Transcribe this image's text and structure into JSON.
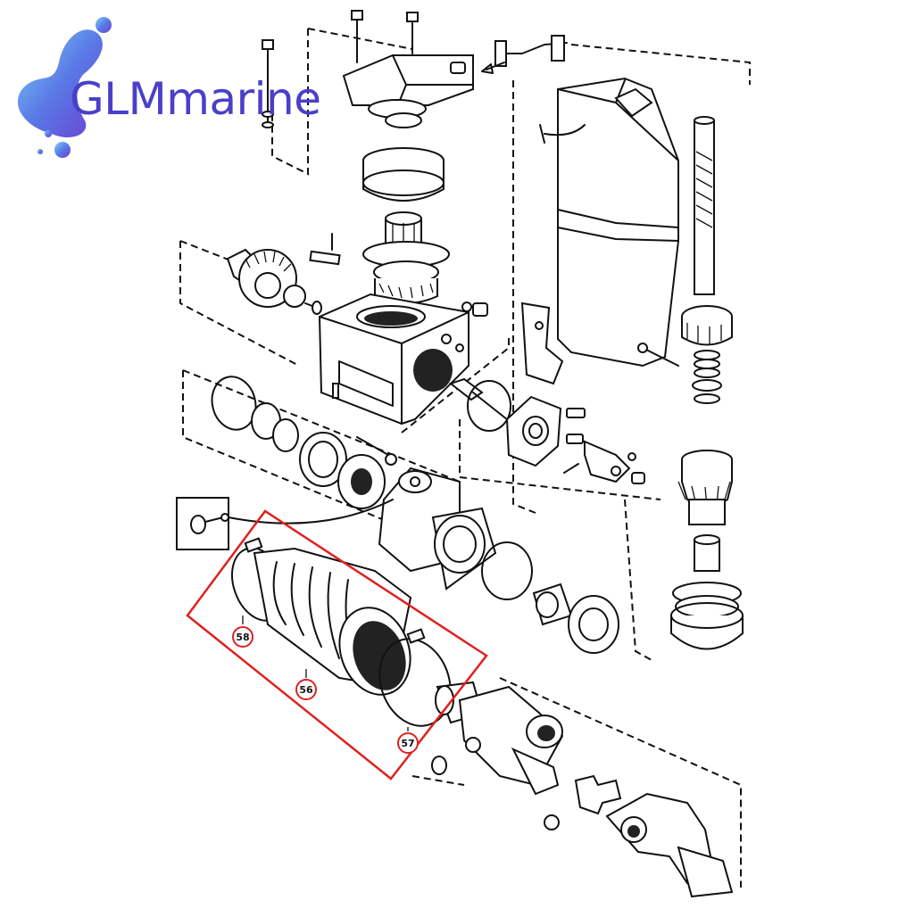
{
  "brand": {
    "name": "GLMmarine",
    "color": "#4a3fc9",
    "logo_icon": "water-splash-icon",
    "logo_gradient": [
      "#7fd0f5",
      "#5a7ae6",
      "#6a3fd1"
    ]
  },
  "highlight": {
    "color": "#e02020"
  },
  "callouts": [
    {
      "id": "58",
      "label": "58"
    },
    {
      "id": "56",
      "label": "56"
    },
    {
      "id": "57",
      "label": "57"
    }
  ]
}
